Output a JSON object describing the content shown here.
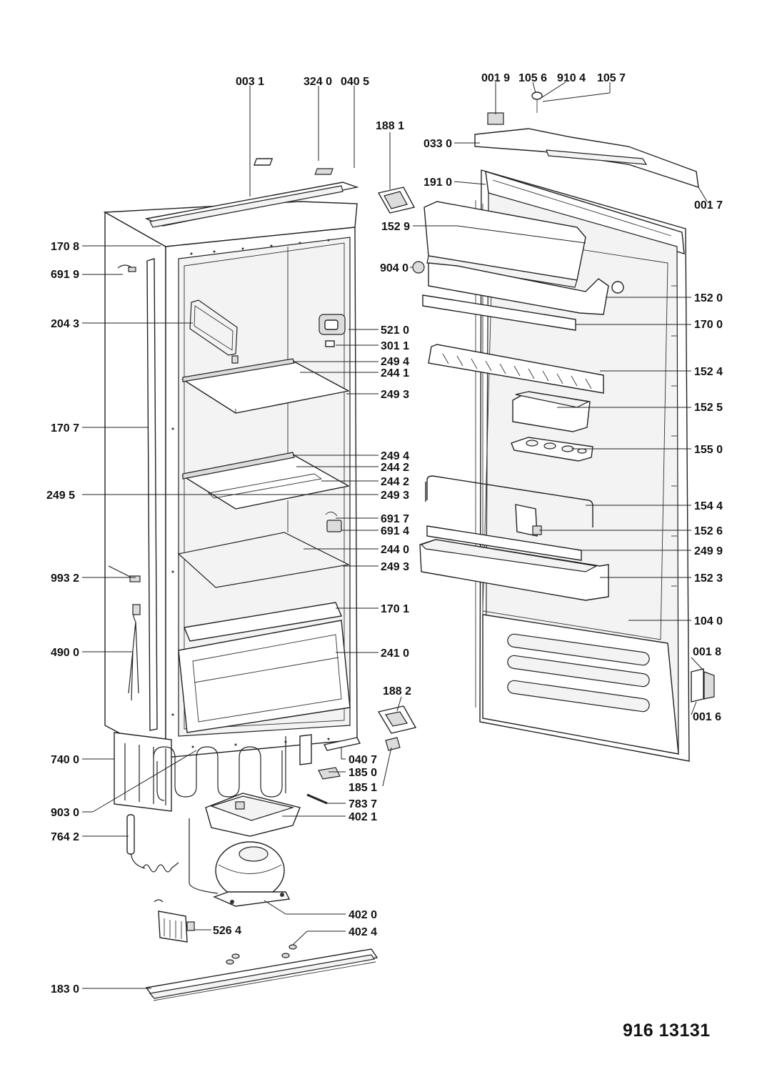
{
  "document_code": "916 13131",
  "labels": {
    "l0031": "003 1",
    "l3240": "324 0",
    "l0405": "040 5",
    "l1881": "188 1",
    "l0019": "001 9",
    "l1056": "105 6",
    "l9104": "910 4",
    "l1057": "105 7",
    "l0330": "033 0",
    "l1910": "191 0",
    "l0017": "001 7",
    "l1529": "152 9",
    "l1708": "170 8",
    "l6919": "691 9",
    "l9040": "904 0",
    "l1520": "152 0",
    "l2043": "204 3",
    "l5210": "521 0",
    "l1700": "170 0",
    "l3011": "301 1",
    "l2494a": "249 4",
    "l2441": "244 1",
    "l1524": "152 4",
    "l2493a": "249 3",
    "l1525": "152 5",
    "l1707": "170 7",
    "l1550": "155 0",
    "l2494b": "249 4",
    "l2442a": "244 2",
    "l2442b": "244 2",
    "l2495": "249 5",
    "l2493b": "249 3",
    "l1544": "154 4",
    "l6917": "691 7",
    "l6914": "691 4",
    "l1526": "152 6",
    "l2440": "244 0",
    "l2499": "249 9",
    "l9932": "993 2",
    "l2493c": "249 3",
    "l1523": "152 3",
    "l1701": "170 1",
    "l1040": "104 0",
    "l4900": "490 0",
    "l2410": "241 0",
    "l0018": "001 8",
    "l1882": "188 2",
    "l0016": "001 6",
    "l7400": "740 0",
    "l0407": "040 7",
    "l1850": "185 0",
    "l1851": "185 1",
    "l9030": "903 0",
    "l7837": "783 7",
    "l4021": "402 1",
    "l7642": "764 2",
    "l4020": "402 0",
    "l5264": "526 4",
    "l4024": "402 4",
    "l1830": "183 0"
  }
}
